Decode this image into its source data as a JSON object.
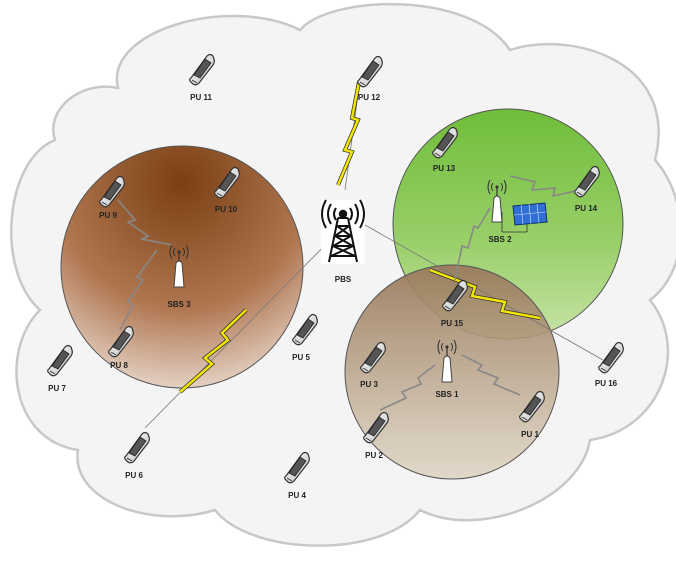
{
  "nodes": {
    "pbs": {
      "label": "PBS"
    },
    "sbs": [
      {
        "id": "sbs1",
        "label": "SBS 1"
      },
      {
        "id": "sbs2",
        "label": "SBS 2"
      },
      {
        "id": "sbs3",
        "label": "SBS 3"
      }
    ],
    "pus": [
      {
        "id": "pu1",
        "label": "PU 1"
      },
      {
        "id": "pu2",
        "label": "PU 2"
      },
      {
        "id": "pu3",
        "label": "PU 3"
      },
      {
        "id": "pu4",
        "label": "PU 4"
      },
      {
        "id": "pu5",
        "label": "PU 5"
      },
      {
        "id": "pu6",
        "label": "PU 6"
      },
      {
        "id": "pu7",
        "label": "PU 7"
      },
      {
        "id": "pu8",
        "label": "PU 8"
      },
      {
        "id": "pu9",
        "label": "PU 9"
      },
      {
        "id": "pu10",
        "label": "PU 10"
      },
      {
        "id": "pu11",
        "label": "PU 11"
      },
      {
        "id": "pu12",
        "label": "PU 12"
      },
      {
        "id": "pu13",
        "label": "PU 13"
      },
      {
        "id": "pu14",
        "label": "PU 14"
      },
      {
        "id": "pu15",
        "label": "PU 15"
      },
      {
        "id": "pu16",
        "label": "PU 16"
      }
    ]
  },
  "colors": {
    "cloud_fill": "#f4f4f4",
    "cloud_stroke": "#c8c8c8",
    "cell_brown": "#8a4a1e",
    "cell_green": "#7cc242",
    "cell_tan": "#a3856a",
    "primary_link": "#f2e600",
    "secondary_link": "#a0a0a0"
  },
  "icons": {
    "user": "mobile-phone-icon",
    "primary_base_station": "cell-tower-icon",
    "secondary_base_station": "small-cell-antenna-icon",
    "energy": "solar-panel-icon"
  }
}
